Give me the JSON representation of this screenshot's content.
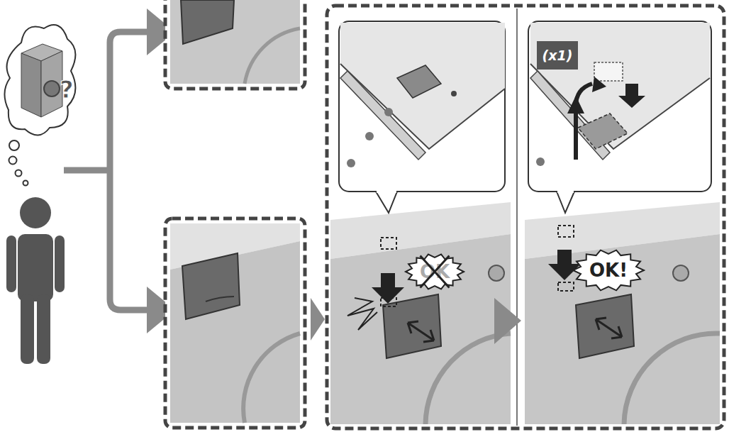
{
  "diagram": {
    "nodes": [
      {
        "text": [
          "OK"
        ]
      },
      {
        "text": [
          "(x1)"
        ]
      },
      {
        "text": [
          "OK!"
        ]
      }
    ]
  }
}
